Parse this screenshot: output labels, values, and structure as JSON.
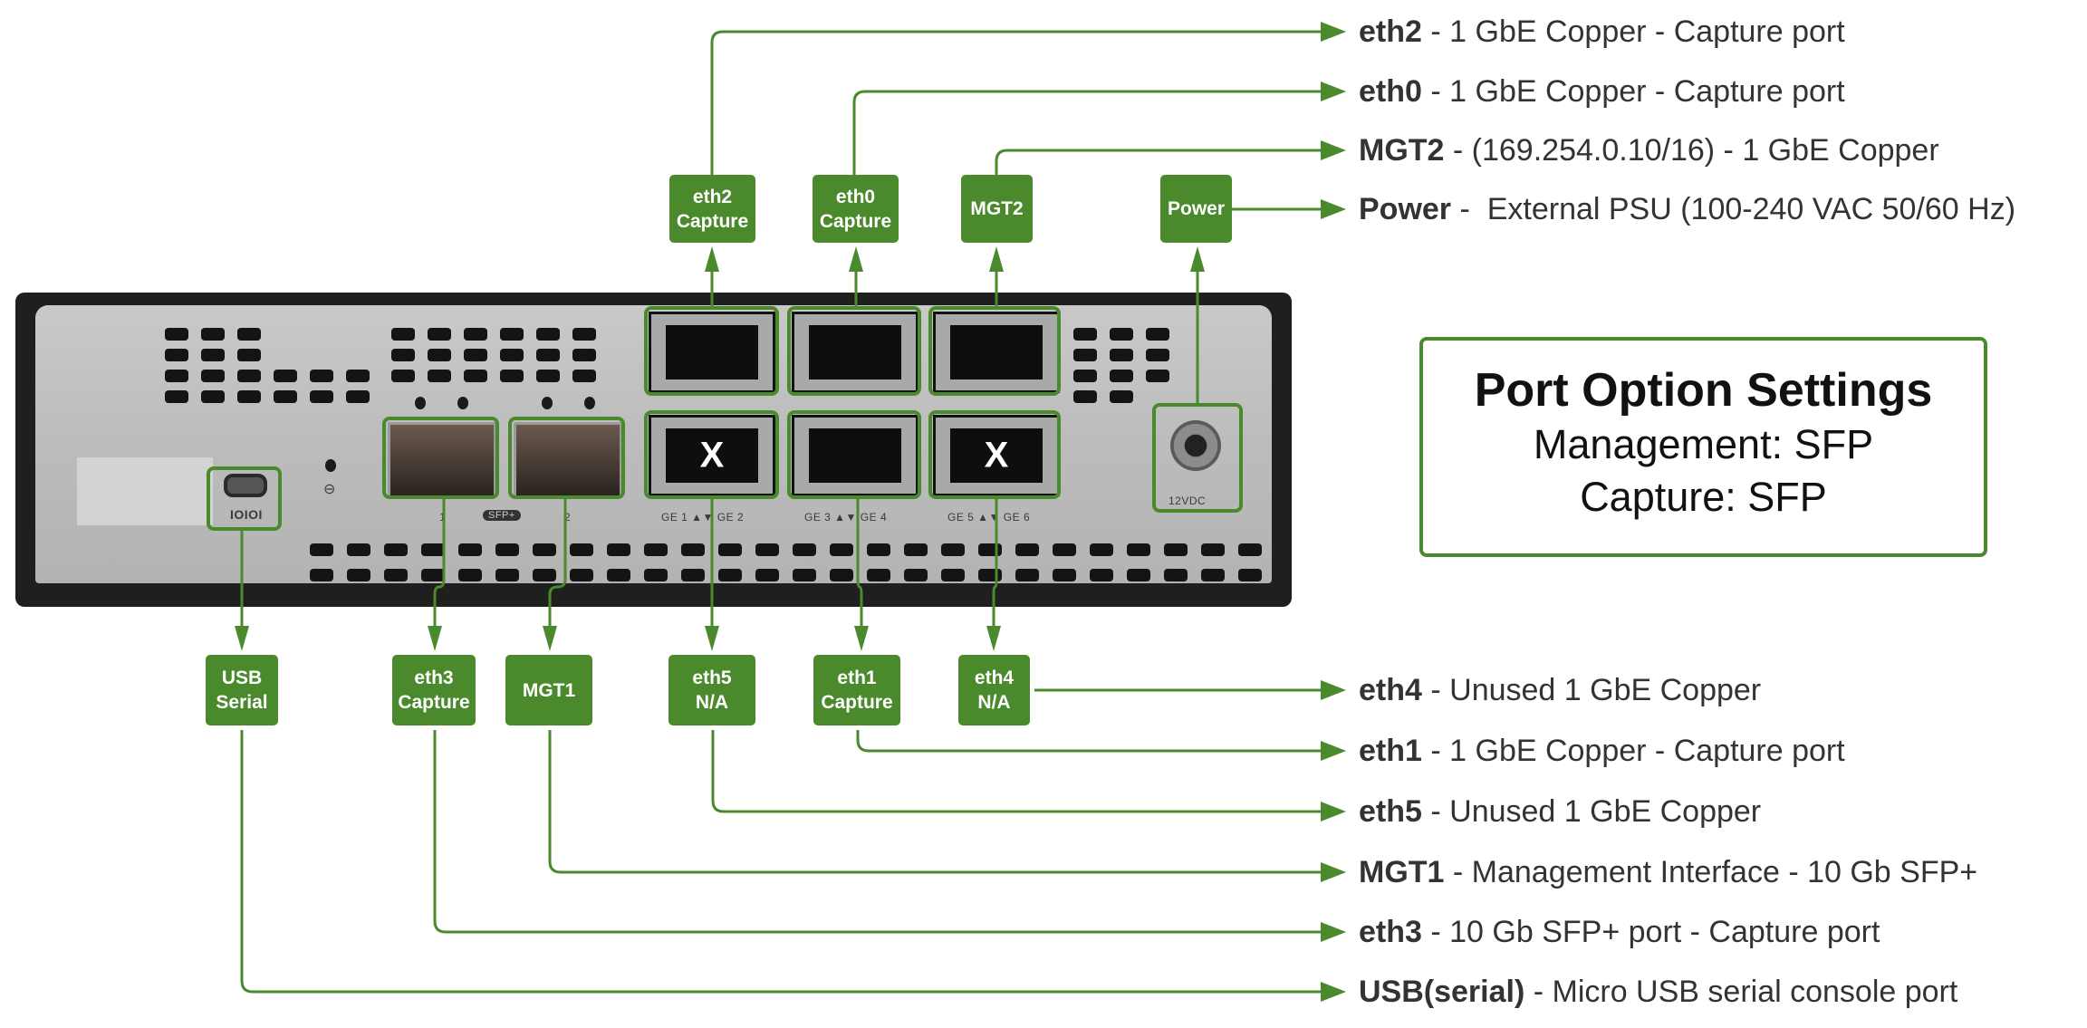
{
  "colors": {
    "accent": "#4a8a2c",
    "text": "#333333"
  },
  "device": {
    "sfp_label": "SFP+",
    "sfp_port_numbers": [
      "1",
      "2"
    ],
    "rj45_group_labels": [
      "GE 1 ▲▼ GE 2",
      "GE 3 ▲▼ GE 4",
      "GE 5 ▲▼ GE 6"
    ],
    "power_label": "12VDC",
    "usb_label": "IOIOI",
    "unused_marker": "X"
  },
  "top_tags": [
    {
      "id": "eth2",
      "lines": [
        "eth2",
        "Capture"
      ]
    },
    {
      "id": "eth0",
      "lines": [
        "eth0",
        "Capture"
      ]
    },
    {
      "id": "mgt2",
      "lines": [
        "MGT2"
      ]
    },
    {
      "id": "power",
      "lines": [
        "Power"
      ]
    }
  ],
  "bottom_tags": [
    {
      "id": "usb",
      "lines": [
        "USB",
        "Serial"
      ]
    },
    {
      "id": "eth3",
      "lines": [
        "eth3",
        "Capture"
      ]
    },
    {
      "id": "mgt1",
      "lines": [
        "MGT1"
      ]
    },
    {
      "id": "eth5",
      "lines": [
        "eth5",
        "N/A"
      ]
    },
    {
      "id": "eth1",
      "lines": [
        "eth1",
        "Capture"
      ]
    },
    {
      "id": "eth4",
      "lines": [
        "eth4",
        "N/A"
      ]
    }
  ],
  "descriptions": [
    {
      "id": "eth2",
      "name": "eth2",
      "text": " - 1 GbE Copper - Capture port"
    },
    {
      "id": "eth0",
      "name": "eth0",
      "text": " - 1 GbE Copper - Capture port"
    },
    {
      "id": "mgt2",
      "name": "MGT2",
      "text": " - (169.254.0.10/16) - 1 GbE Copper"
    },
    {
      "id": "power",
      "name": "Power",
      "text": " -  External PSU (100-240 VAC 50/60 Hz)"
    },
    {
      "id": "eth4",
      "name": "eth4",
      "text": " - Unused 1 GbE Copper"
    },
    {
      "id": "eth1",
      "name": "eth1",
      "text": " - 1 GbE Copper - Capture port"
    },
    {
      "id": "eth5",
      "name": "eth5",
      "text": " - Unused 1 GbE Copper"
    },
    {
      "id": "mgt1",
      "name": "MGT1",
      "text": " - Management Interface - 10 Gb SFP+"
    },
    {
      "id": "eth3",
      "name": "eth3",
      "text": " - 10 Gb SFP+ port - Capture port"
    },
    {
      "id": "usb",
      "name": "USB(serial)",
      "text": " - Micro USB serial console port"
    }
  ],
  "settings": {
    "title": "Port Option Settings",
    "management": "Management: SFP",
    "capture": "Capture: SFP"
  }
}
